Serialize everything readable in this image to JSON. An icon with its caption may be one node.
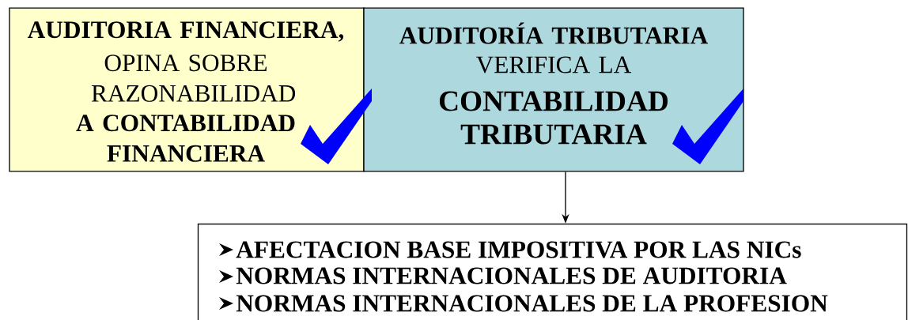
{
  "diagram": {
    "nodes": [
      {
        "text": [
          "AUDITORIA FINANCIERA,",
          "OPINA SOBRE RAZONABILIDAD",
          "A CONTABILIDAD FINANCIERA"
        ]
      },
      {
        "text": [
          "AUDITORÍA TRIBUTARIA",
          "VERIFICA LA",
          "CONTABILIDAD TRIBUTARIA"
        ]
      },
      {
        "text": [
          "AFECTACION BASE IMPOSITIVA POR LAS NICs",
          "NORMAS INTERNACIONALES DE AUDITORIA",
          "NORMAS INTERNACIONALES DE LA PROFESION"
        ]
      }
    ],
    "edges": [
      {
        "from": 1,
        "to": 2,
        "arrow": "to"
      }
    ]
  }
}
